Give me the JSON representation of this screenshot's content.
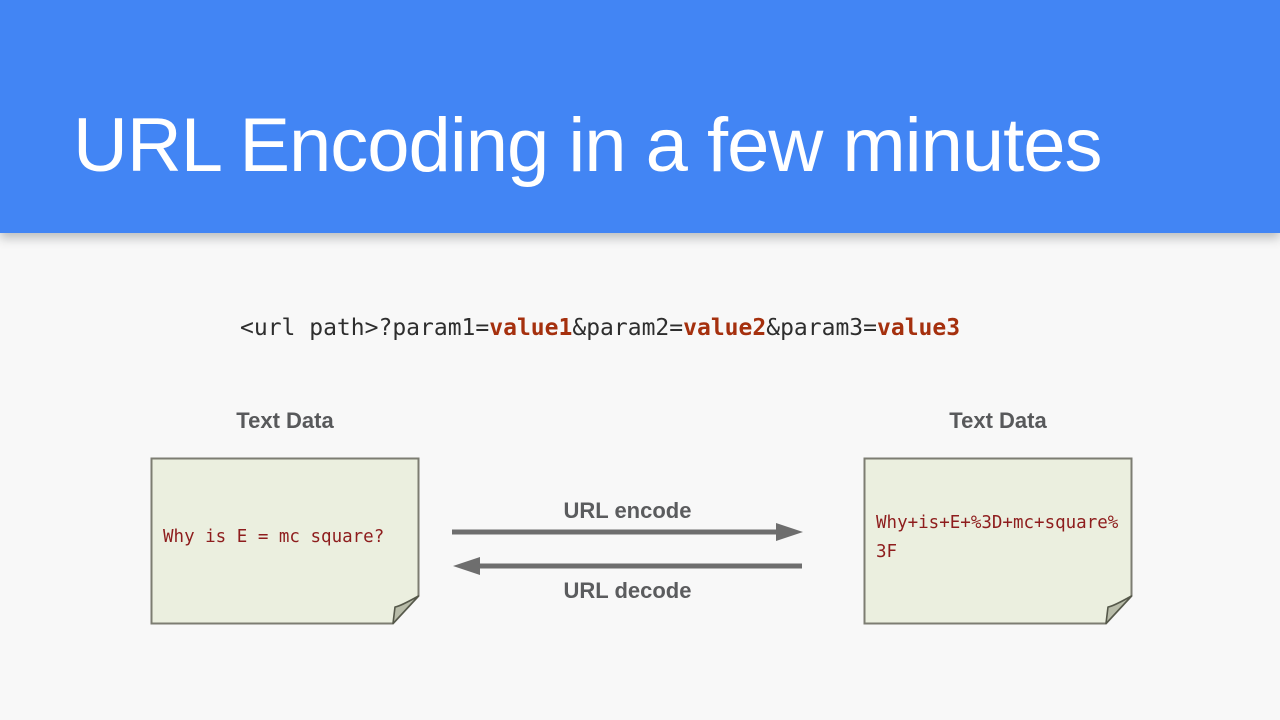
{
  "slide": {
    "title": "URL Encoding in a few minutes"
  },
  "url_example": {
    "prefix": "<url path>?param1=",
    "value1": "value1",
    "sep2": "&param2=",
    "value2": "value2",
    "sep3": "&param3=",
    "value3": "value3"
  },
  "left_panel": {
    "label": "Text Data",
    "note_text": "Why is E = mc square?"
  },
  "right_panel": {
    "label": "Text Data",
    "note_line1": "Why+is+E+%3D+mc+square%",
    "note_line2": "3F"
  },
  "arrows": {
    "encode_label": "URL encode",
    "decode_label": "URL decode"
  },
  "colors": {
    "header_bg": "#4285f4",
    "body_bg": "#f8f8f8",
    "title_text": "#ffffff",
    "code_text": "#2e2e2e",
    "code_value": "#a5300e",
    "note_bg": "#ebefdf",
    "note_border": "#7d7d72",
    "note_fold": "#b8bca9",
    "note_text": "#8e1d1d",
    "label_gray": "#58595b",
    "arrow_gray": "#6e6e6e"
  }
}
